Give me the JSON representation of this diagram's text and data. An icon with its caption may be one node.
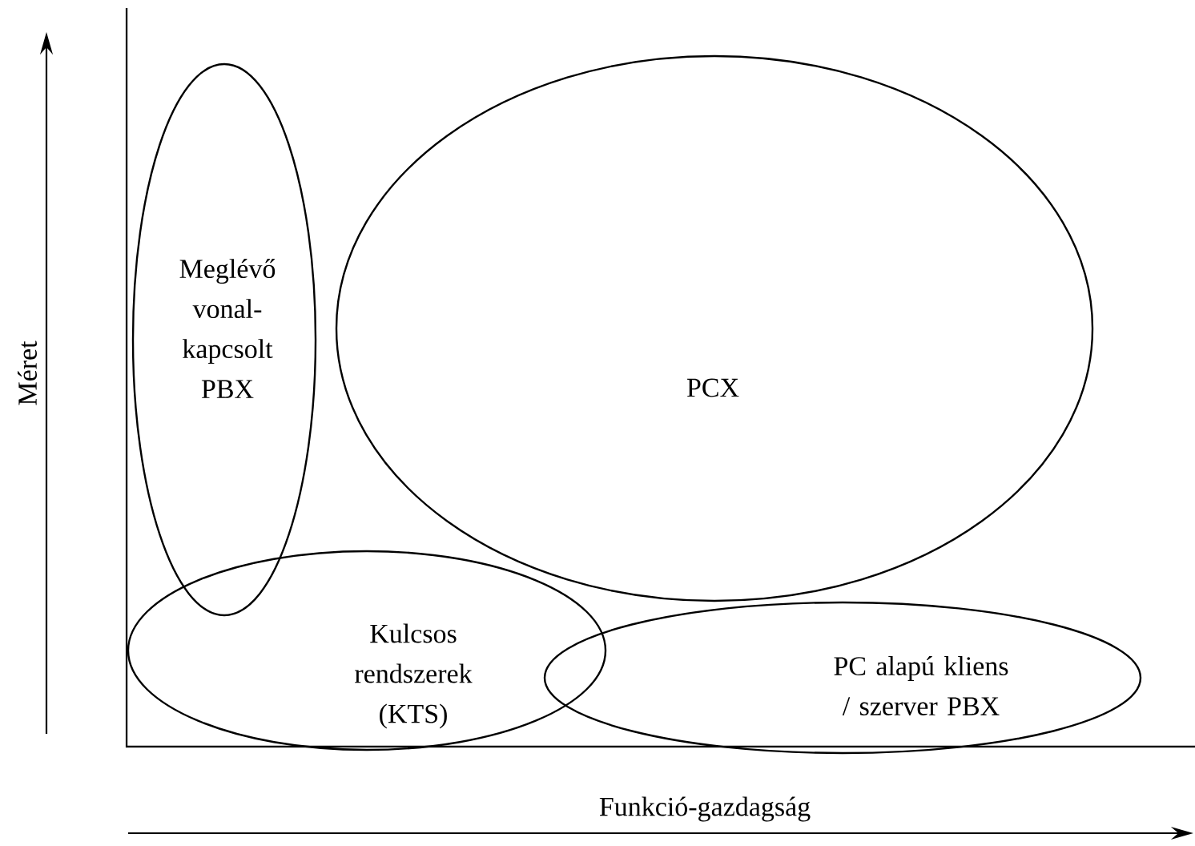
{
  "diagram": {
    "nodes": [
      {
        "text": [
          "Meglévő vonal-kapcsolt PBX"
        ]
      },
      {
        "text": [
          "PCX"
        ]
      },
      {
        "text": [
          "Kulcsos rendszerek (KTS)"
        ]
      },
      {
        "text": [
          "PC alapú kliens / szerver PBX"
        ]
      }
    ],
    "edges": [],
    "labels": [
      "Méret",
      "Funkció-gazdagság"
    ]
  }
}
